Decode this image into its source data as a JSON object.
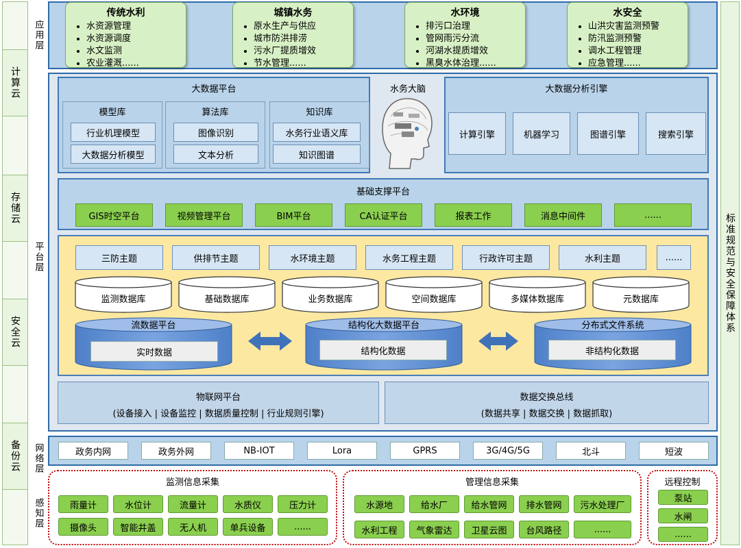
{
  "clouds": {
    "compute": "计算云",
    "storage": "存储云",
    "security": "安全云",
    "backup": "备份云",
    "standards": "标准规范与安全保障体系"
  },
  "layers": {
    "app": "应用层",
    "platform": "平台层",
    "network": "网络层",
    "sense": "感知层"
  },
  "apps": [
    {
      "title": "传统水利",
      "items": [
        "水资源管理",
        "水资源调度",
        "水文监测",
        "农业灌溉......"
      ]
    },
    {
      "title": "城镇水务",
      "items": [
        "原水生产与供应",
        "城市防洪排涝",
        "污水厂提质增效",
        "节水管理......"
      ]
    },
    {
      "title": "水环境",
      "items": [
        "排污口治理",
        "管网雨污分流",
        "河湖水提质增效",
        "黑臭水体治理......"
      ]
    },
    {
      "title": "水安全",
      "items": [
        "山洪灾害监测预警",
        "防汛监测预警",
        "调水工程管理",
        "应急管理......"
      ]
    }
  ],
  "bigdata": {
    "title": "大数据平台",
    "model": {
      "title": "模型库",
      "items": [
        "行业机理模型",
        "大数据分析模型"
      ]
    },
    "algo": {
      "title": "算法库",
      "items": [
        "图像识别",
        "文本分析"
      ]
    },
    "knowledge": {
      "title": "知识库",
      "items": [
        "水务行业语义库",
        "知识图谱"
      ]
    }
  },
  "brain": {
    "label": "水务大脑"
  },
  "engine": {
    "title": "大数据分析引擎",
    "items": [
      "计算引擎",
      "机器学习",
      "图谱引擎",
      "搜索引擎"
    ]
  },
  "support": {
    "title": "基础支撑平台",
    "items": [
      "GIS时空平台",
      "视频管理平台",
      "BIM平台",
      "CA认证平台",
      "报表工作",
      "消息中间件",
      "......"
    ]
  },
  "themes": [
    "三防主题",
    "供排节主题",
    "水环境主题",
    "水务工程主题",
    "行政许可主题",
    "水利主题",
    "......"
  ],
  "databases": [
    "监测数据库",
    "基础数据库",
    "业务数据库",
    "空间数据库",
    "多媒体数据库",
    "元数据库"
  ],
  "platforms": [
    {
      "title": "流数据平台",
      "inner": "实时数据"
    },
    {
      "title": "结构化大数据平台",
      "inner": "结构化数据"
    },
    {
      "title": "分布式文件系统",
      "inner": "非结构化数据"
    }
  ],
  "iot": {
    "title": "物联网平台",
    "desc": "(设备接入 | 设备监控 | 数据质量控制 | 行业规则引擎)"
  },
  "exchange": {
    "title": "数据交换总线",
    "desc": "(数据共享 | 数据交换 | 数据抓取)"
  },
  "network": [
    "政务内网",
    "政务外网",
    "NB-IOT",
    "Lora",
    "GPRS",
    "3G/4G/5G",
    "北斗",
    "短波"
  ],
  "sense": {
    "monitor": {
      "title": "监测信息采集",
      "row1": [
        "雨量计",
        "水位计",
        "流量计",
        "水质仪",
        "压力计"
      ],
      "row2": [
        "摄像头",
        "智能井盖",
        "无人机",
        "单兵设备",
        "......"
      ]
    },
    "manage": {
      "title": "管理信息采集",
      "row1": [
        "水源地",
        "给水厂",
        "给水管网",
        "排水管网",
        "污水处理厂"
      ],
      "row2": [
        "水利工程",
        "气象雷达",
        "卫星云图",
        "台风路径",
        "......"
      ]
    },
    "remote": {
      "title": "远程控制",
      "items": [
        "泵站",
        "水闸",
        "......"
      ]
    }
  },
  "colors": {
    "panel_blue": "#b9d3ea",
    "border_blue": "#2e6aa6",
    "green": "#8bcf4f",
    "yellow": "#fde8a2",
    "red_dash": "#c00000"
  }
}
